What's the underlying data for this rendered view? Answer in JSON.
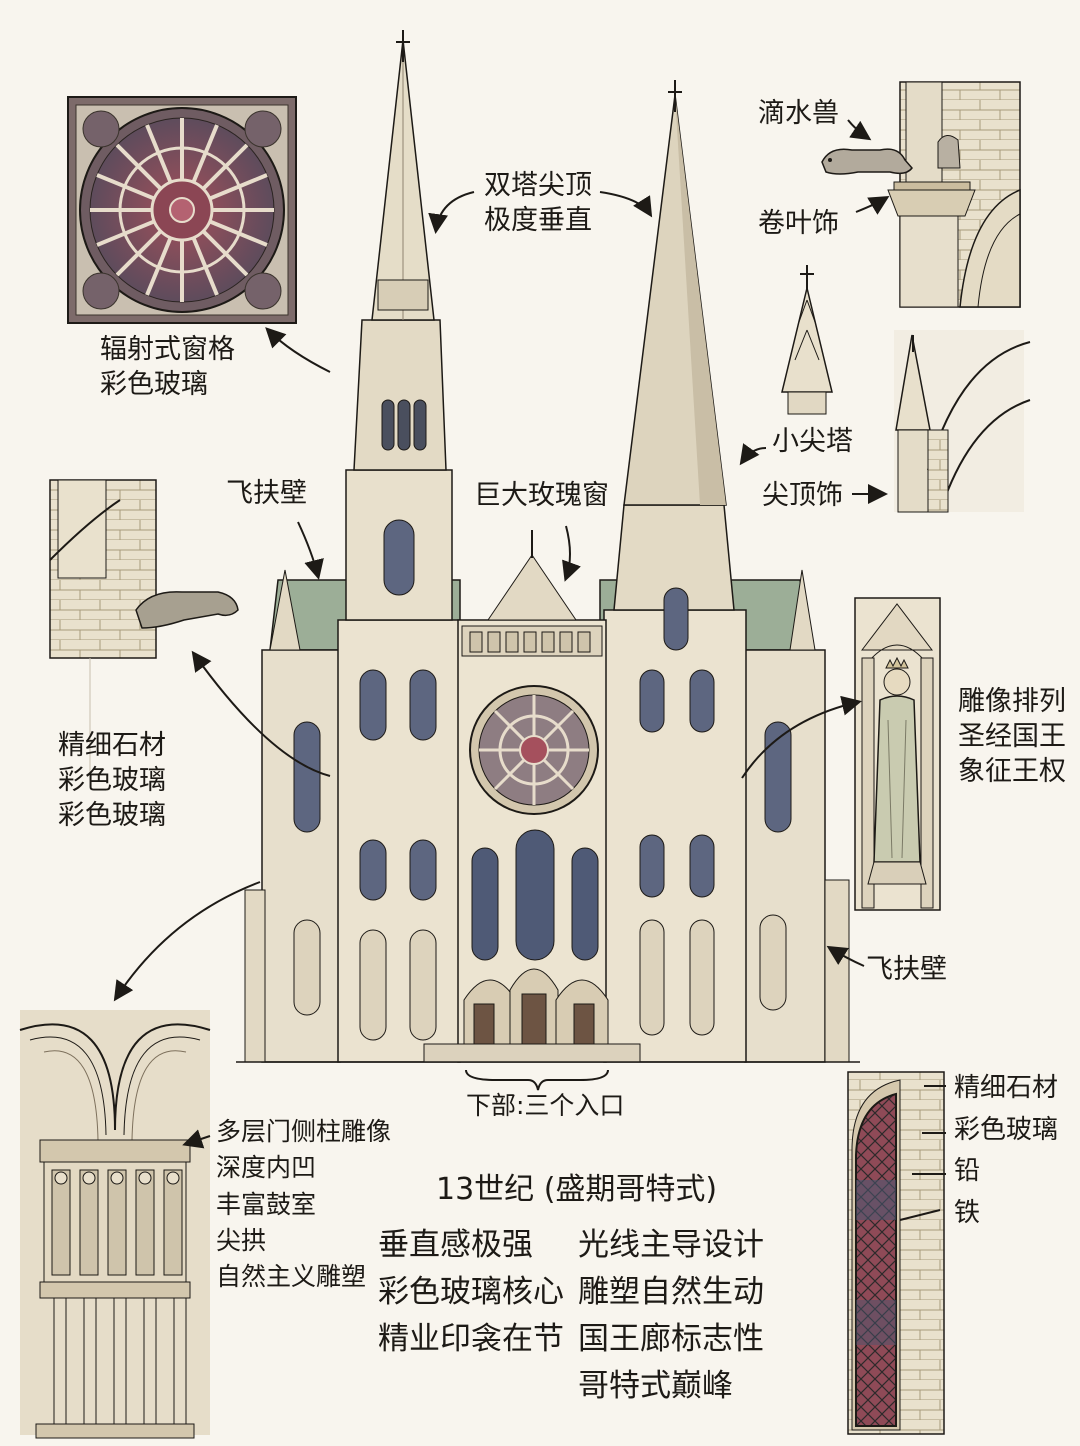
{
  "labels": {
    "twin_spires": [
      "双塔尖顶",
      "极度垂直"
    ],
    "rose_tracery": [
      "辐射式窗格",
      "彩色玻璃"
    ],
    "flying_buttress_top": "飞扶壁",
    "rose_window": "巨大玫瑰窗",
    "gargoyle": "滴水兽",
    "crocket": "卷叶饰",
    "small_spire": "小尖塔",
    "finial": "尖顶饰",
    "fine_stone_left": [
      "精细石材",
      "彩色玻璃",
      "彩色玻璃"
    ],
    "statues": [
      "雕像排列",
      "圣经国王",
      "象征王权"
    ],
    "flying_buttress_right": "飞扶壁",
    "lower_entrances": "下部:三个入口",
    "window_detail": [
      "精细石材",
      "彩色玻璃",
      "铅",
      "铁"
    ],
    "portal_features": [
      "多层门侧柱雕像",
      "深度内凹",
      "丰富鼓室",
      "尖拱",
      "自然主义雕塑"
    ],
    "summary_title": "13世纪 (盛期哥特式)",
    "summary_left": [
      "垂直感极强",
      "彩色玻璃核心",
      "精业印衾在节"
    ],
    "summary_right": [
      "光线主导设计",
      "雕塑自然生动",
      "国王廊标志性",
      "哥特式巅峰"
    ]
  },
  "colors": {
    "paper": "#f8f5ee",
    "stone": "#e7dfcc",
    "stone_shade": "#cdbfa2",
    "roof_green": "#97ab93",
    "glass_blue": "#55607a",
    "glass_red": "#a8485a",
    "ink": "#1d1a16"
  }
}
